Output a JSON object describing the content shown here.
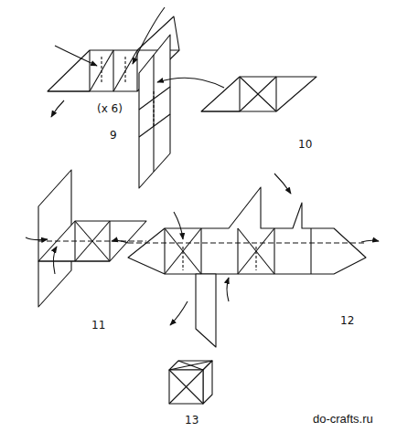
{
  "diagram": {
    "labels": [
      "(x 6)",
      "9",
      "10",
      "11",
      "12",
      "13",
      "do-crafts.ru"
    ]
  }
}
